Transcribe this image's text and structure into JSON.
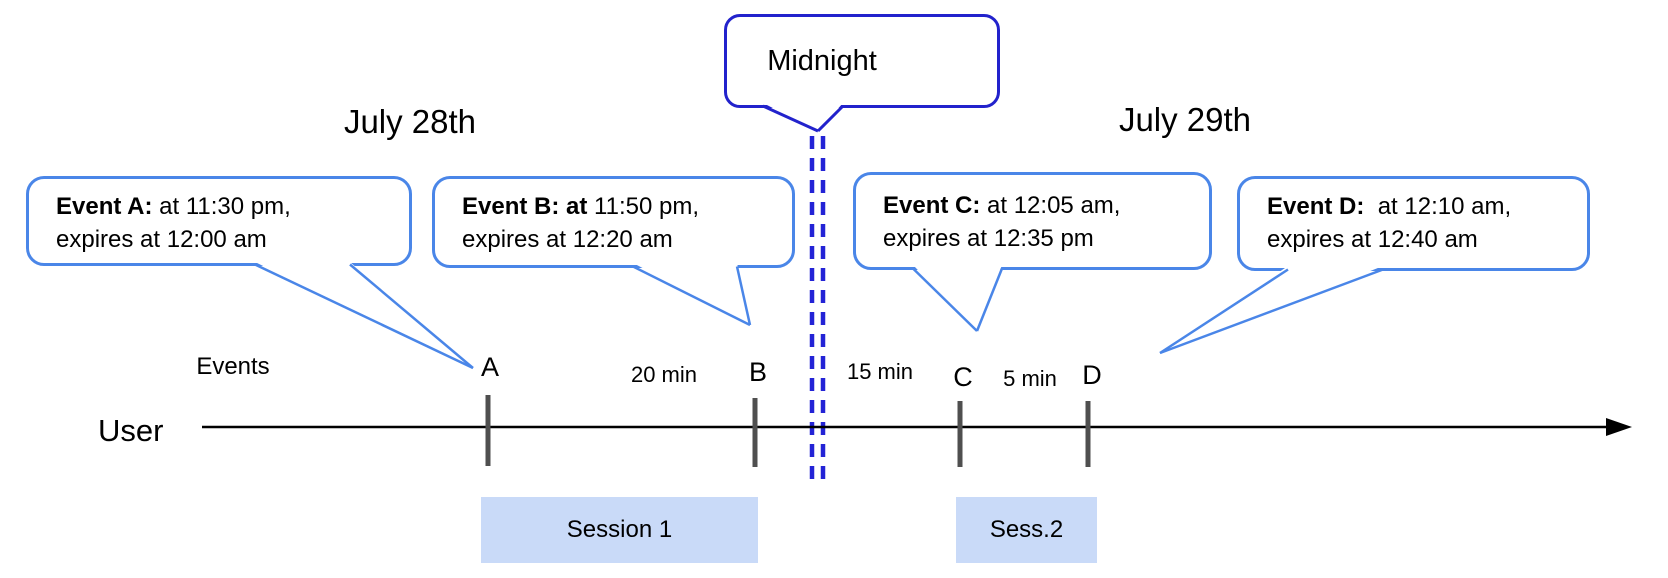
{
  "dates": {
    "left": "July 28th",
    "right": "July 29th"
  },
  "midnight": {
    "label": "Midnight"
  },
  "timeline": {
    "axis_label": "User",
    "events_label": "Events"
  },
  "events": [
    {
      "tick_label": "A",
      "bold": "Event A:",
      "line1_rest": " at 11:30 pm,",
      "line2": "expires at 12:00 am"
    },
    {
      "tick_label": "B",
      "bold": "Event B: at",
      "line1_rest": " 11:50 pm,",
      "line2": "expires at 12:20 am"
    },
    {
      "tick_label": "C",
      "bold": "Event C:",
      "line1_rest": " at 12:05 am,",
      "line2": "expires at 12:35 pm"
    },
    {
      "tick_label": "D",
      "bold": "Event D:",
      "line1_rest": "  at 12:10 am,",
      "line2": "expires at 12:40 am"
    }
  ],
  "intervals": [
    {
      "label": "20 min"
    },
    {
      "label": "15 min"
    },
    {
      "label": "5 min"
    }
  ],
  "sessions": [
    {
      "label": "Session 1"
    },
    {
      "label": "Sess.2"
    }
  ],
  "colors": {
    "callout_border": "#4a86e8",
    "midnight_border": "#2222cc",
    "dashed_line": "#2323d6",
    "session_fill": "#c9daf8",
    "tick": "#4f4f4f",
    "axis": "#000000",
    "bubble_fill": "#ffffff"
  }
}
